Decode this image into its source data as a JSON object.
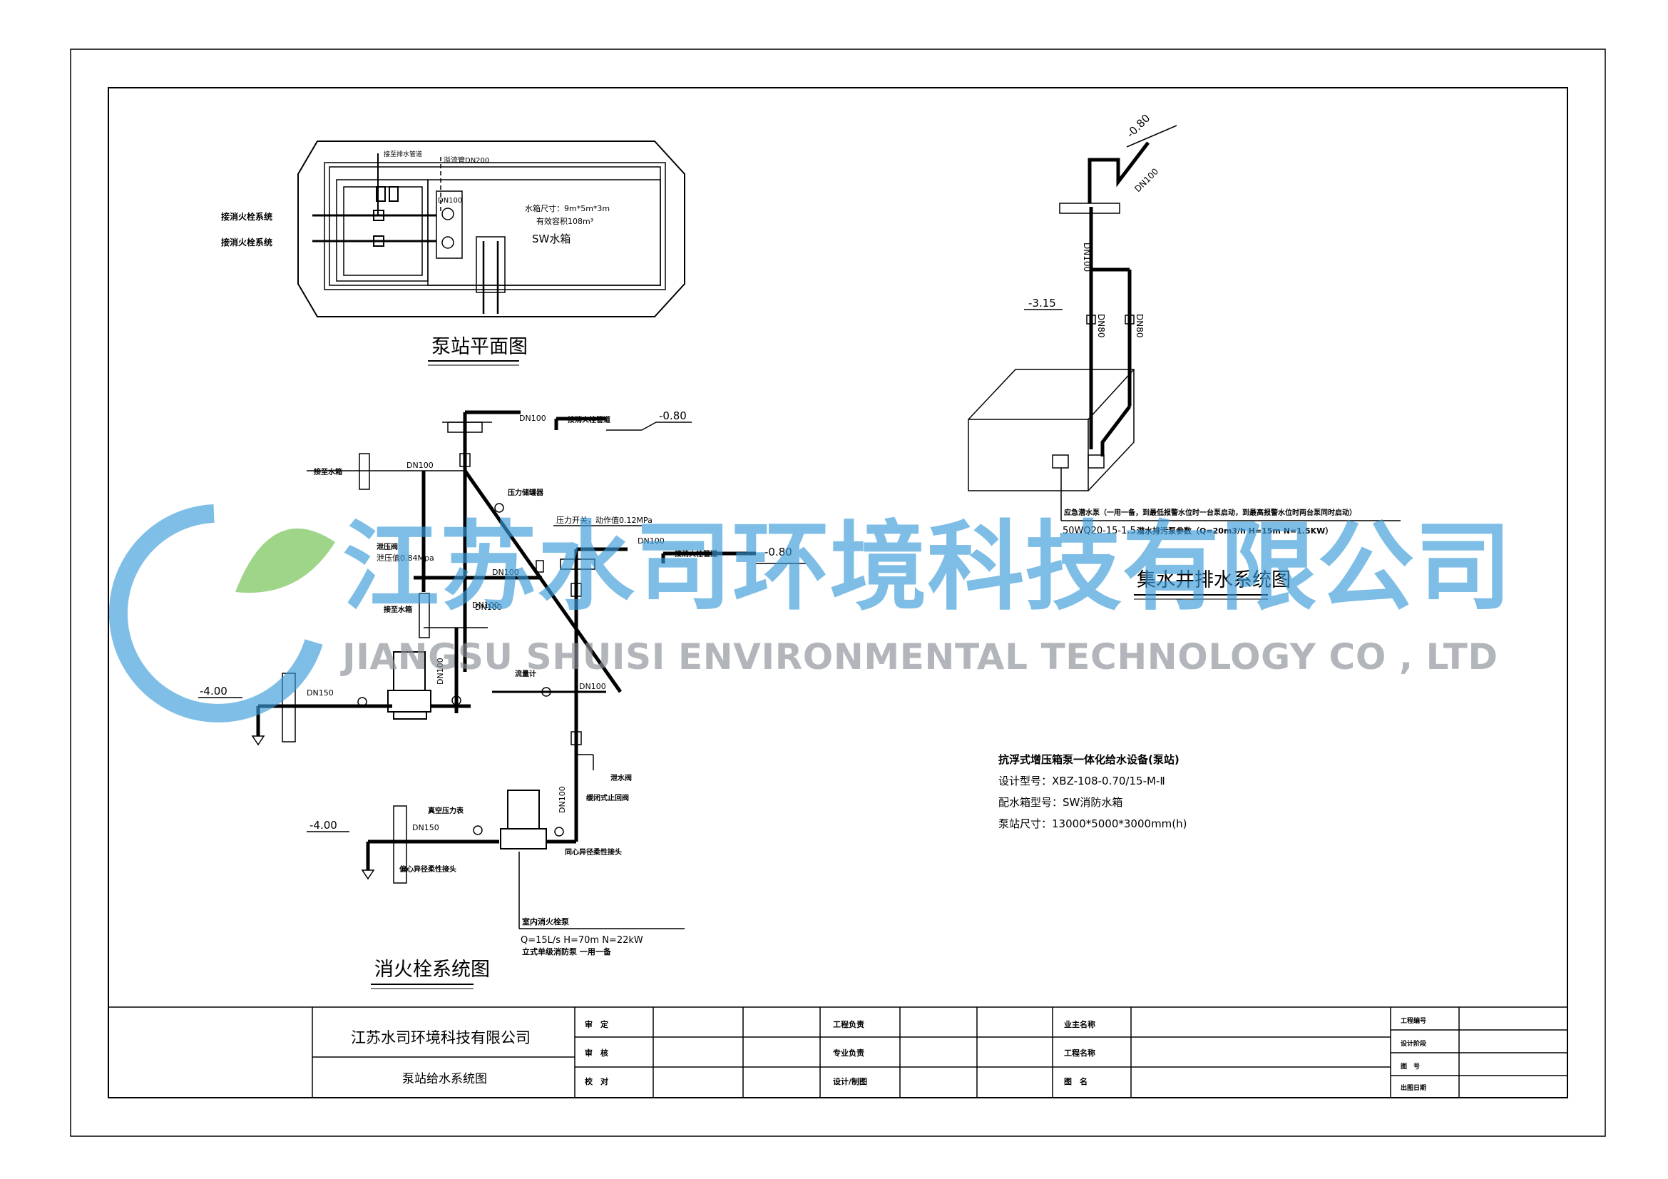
{
  "plan": {
    "title": "泵站平面图",
    "label_left1": "接消火栓系统",
    "label_left2": "接消火栓系统",
    "label_top1": "接至排水管道",
    "label_top2": "溢流管DN200",
    "label_dn": "DN100",
    "tank_size": "水箱尺寸：9m*5m*3m",
    "tank_volume": "有效容积108m³",
    "tank_name": "SW水箱"
  },
  "hydrant": {
    "title": "消火栓系统图",
    "dn100_top": "DN100",
    "to_hydrant_pipe1": "接消火栓管道",
    "elev_top": "-0.80",
    "to_tank1": "接至水箱",
    "dn100_mid": "DN100",
    "pressure_tank": "压力储罐器",
    "pressure_switch": "压力开关，动作值0.12MPa",
    "relief_valve": "泄压阀",
    "relief_value": "泄压值0.84Mpa",
    "dn100_b": "DN100",
    "dn100_c": "DN100",
    "to_hydrant_pipe2": "接消火栓管道",
    "elev_right": "-0.80",
    "to_tank2": "接至水箱",
    "dn100_d": "DN100",
    "elev_left1": "-4.00",
    "dn150_a": "DN150",
    "dn100_vert": "DN100",
    "flowmeter": "流量计",
    "dn100_e": "DN100",
    "drain_valve": "泄水阀",
    "slow_check": "缓闭式止回阀",
    "dn100_vert2": "DN100",
    "vacuum_gauge": "真空压力表",
    "dn150_b": "DN150",
    "elev_left2": "-4.00",
    "flex_joint1": "偏心异径柔性接头",
    "flex_joint2": "同心异径柔性接头",
    "pump_name": "室内消火栓泵",
    "pump_params": "Q=15L/s  H=70m  N=22kW",
    "pump_type": "立式单级消防泵 一用一备"
  },
  "sump": {
    "title": "集水井排水系统图",
    "elev_top": "-0.80",
    "dn_top": "DN100",
    "dn_vert": "DN100",
    "elev_mid": "-3.15",
    "dn80_a": "DN80",
    "dn80_b": "DN80",
    "pump_note": "应急潜水泵（一用一备，到最低报警水位时一台泵启动，到最高报警水位时两台泵同时启动）",
    "pump_model": "50WQ20-15-1.5",
    "pump_params": "潜水排污泵参数（Q=20m3/h H=15m N=1.5KW）"
  },
  "notes": {
    "line1": "抗浮式增压箱泵一体化给水设备(泵站)",
    "line2": "设计型号：XBZ-108-0.70/15-M-Ⅱ",
    "line3": "配水箱型号：SW消防水箱",
    "line4": "泵站尺寸：13000*5000*3000mm(h)"
  },
  "watermark": {
    "cn": "江苏水司环境科技有限公司",
    "en": "JIANGSU SHUISI ENVIRONMENTAL TECHNOLOGY CO , LTD",
    "color_blue": "#3a9bd9",
    "color_green": "#6cc04a"
  },
  "titleblock": {
    "company": "江苏水司环境科技有限公司",
    "drawing": "泵站给水系统图",
    "r1c1": "审　定",
    "r2c1": "审　核",
    "r3c1": "校　对",
    "r1c2": "工程负责",
    "r2c2": "专业负责",
    "r3c2": "设计/制图",
    "r1c3": "业主名称",
    "r2c3": "工程名称",
    "r3c3": "图　名",
    "r1c4": "工程编号",
    "r2c4": "设计阶段",
    "r3c4": "图　号",
    "r4c4": "出图日期"
  }
}
